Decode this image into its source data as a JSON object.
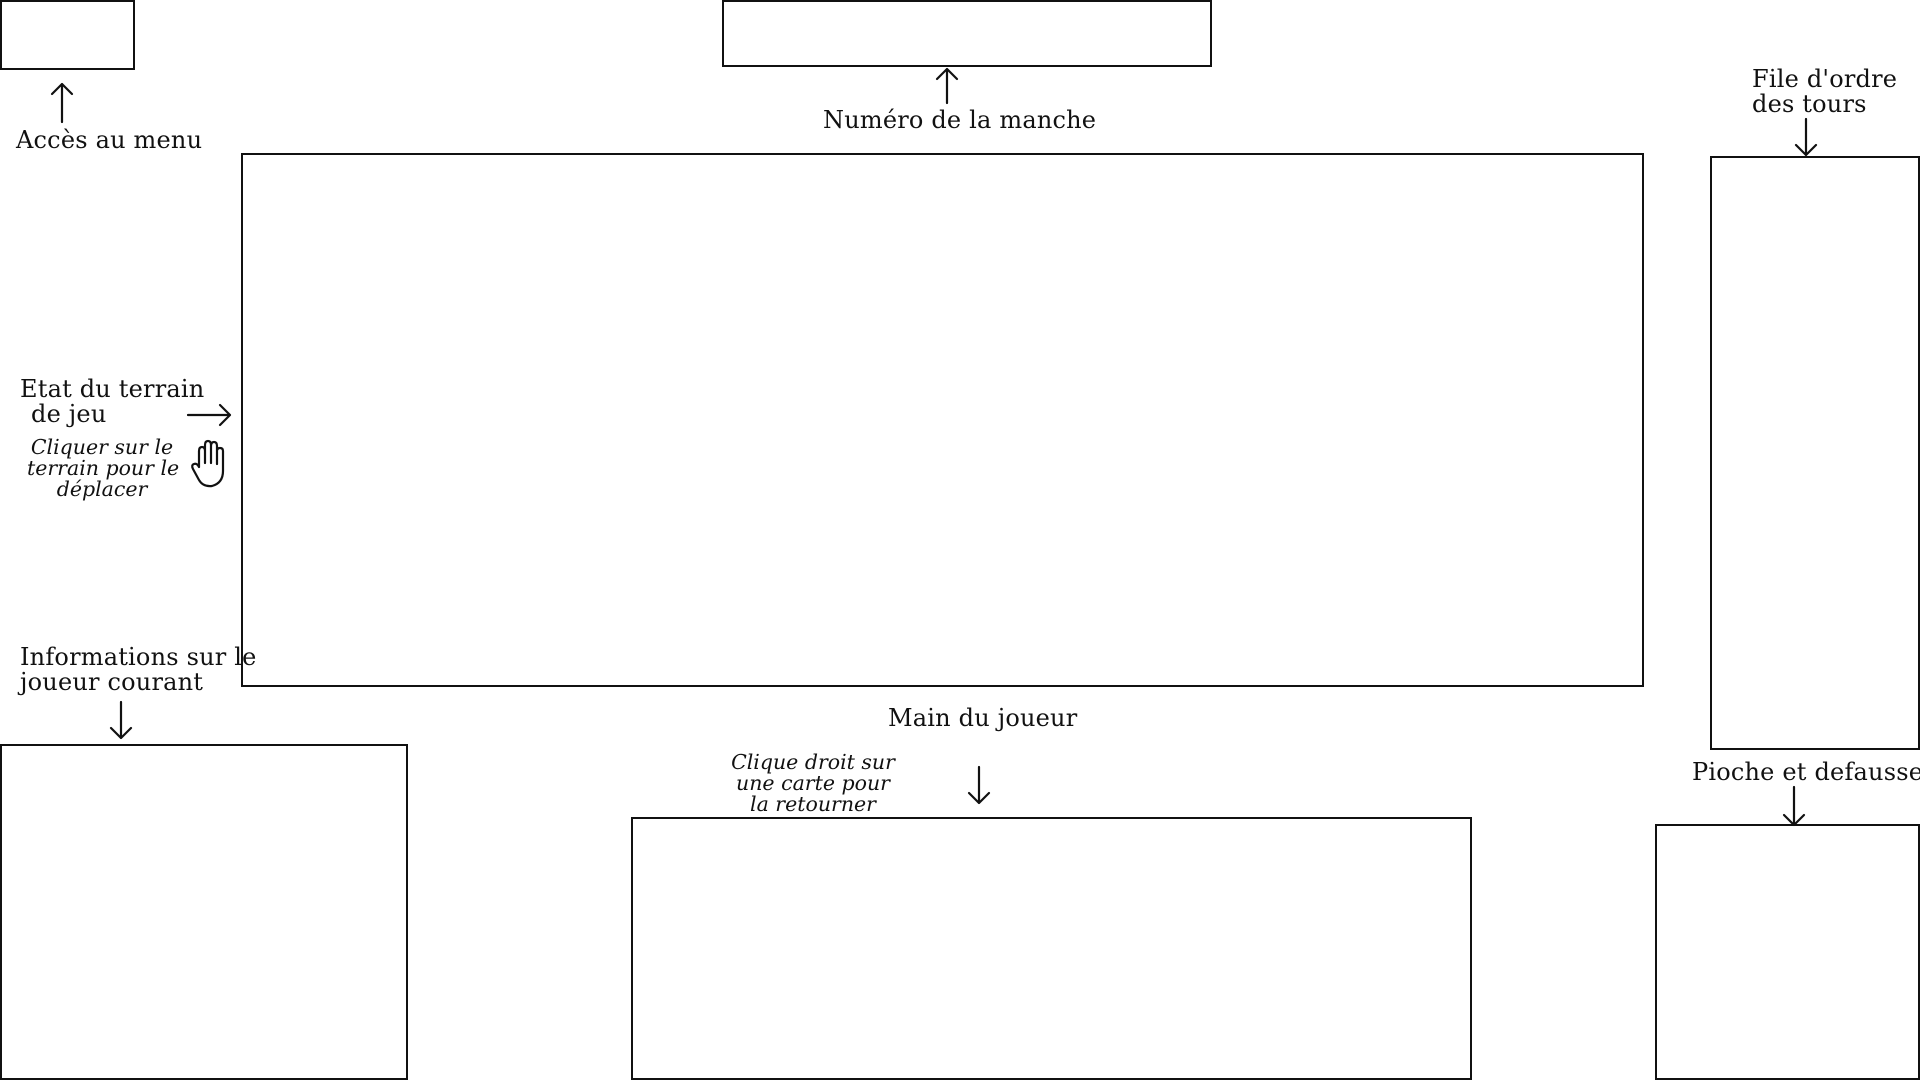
{
  "annotations": {
    "menu": "Accès au menu",
    "round_number": "Numéro de la manche",
    "turn_order": [
      "File d'ordre",
      "des tours"
    ],
    "board": [
      "Etat du terrain",
      "de jeu"
    ],
    "board_hint": [
      "Cliquer sur le",
      "terrain pour le",
      "déplacer"
    ],
    "player_info": [
      "Informations sur le",
      "joueur courant"
    ],
    "hand": "Main du joueur",
    "hand_hint": [
      "Clique droit sur",
      "une carte pour",
      "la retourner"
    ],
    "deck": "Pioche et defausse"
  },
  "icons": {
    "arrow": "arrow-icon",
    "pan": "hand-icon"
  },
  "colors": {
    "ink": "#111111",
    "background": "#ffffff"
  }
}
